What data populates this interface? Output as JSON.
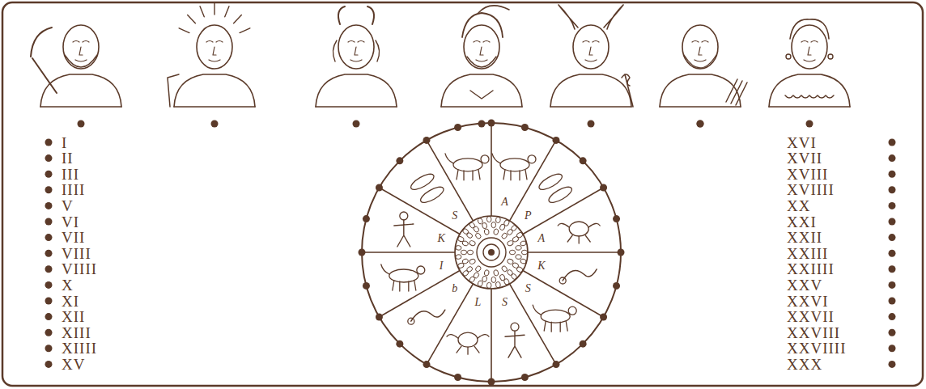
{
  "diagram": {
    "labels": [
      "I",
      "II",
      "III",
      "IIII",
      "V",
      "VI",
      "VII",
      "VIII",
      "VIIII",
      "X",
      "XI",
      "XII",
      "XIII",
      "XIIII",
      "XV",
      "XVI",
      "XVII",
      "XVIII",
      "XVIIII",
      "XX",
      "XXI",
      "XXII",
      "XXIII",
      "XXIIII",
      "XXV",
      "XXVI",
      "XXVII",
      "XXVIII",
      "XXVIIII",
      "XXX",
      "A",
      "P",
      "A",
      "K",
      "S",
      "S",
      "L",
      "b",
      "I",
      "K",
      "S"
    ]
  }
}
